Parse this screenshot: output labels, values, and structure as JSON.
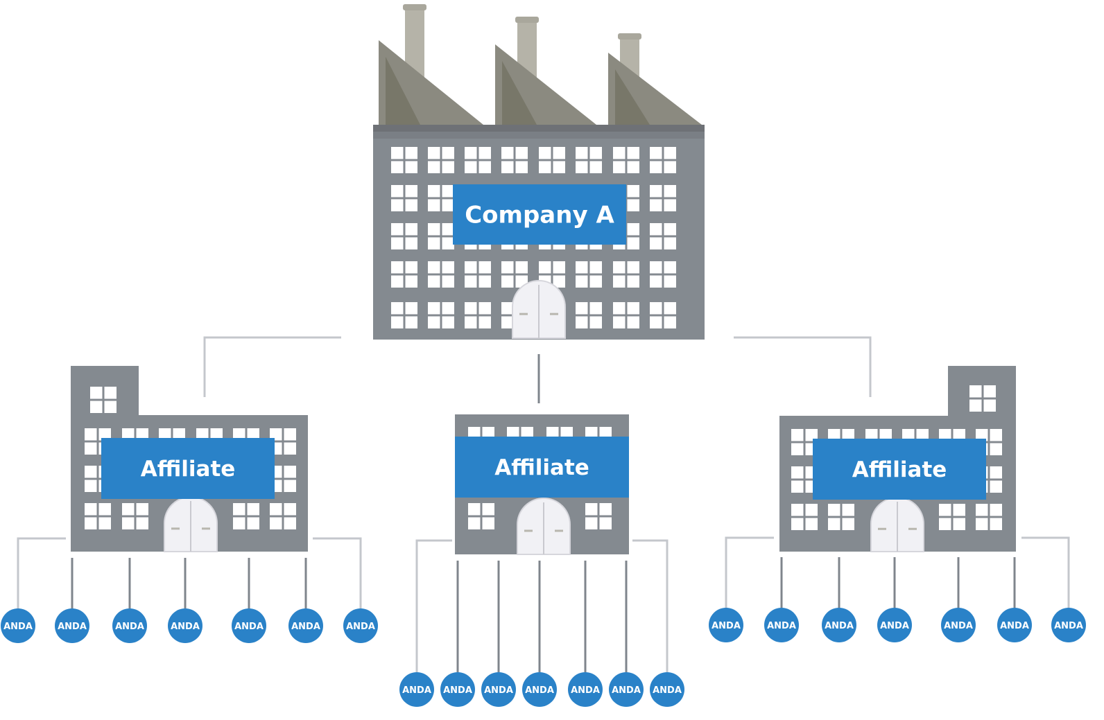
{
  "headquarters": {
    "label": "Company A"
  },
  "affiliates": [
    {
      "label": "Affiliate",
      "anda": [
        "ANDA",
        "ANDA",
        "ANDA",
        "ANDA",
        "ANDA",
        "ANDA",
        "ANDA"
      ]
    },
    {
      "label": "Affiliate",
      "anda": [
        "ANDA",
        "ANDA",
        "ANDA",
        "ANDA",
        "ANDA",
        "ANDA",
        "ANDA"
      ]
    },
    {
      "label": "Affiliate",
      "anda": [
        "ANDA",
        "ANDA",
        "ANDA",
        "ANDA",
        "ANDA",
        "ANDA",
        "ANDA"
      ]
    }
  ],
  "colors": {
    "building": "#848a90",
    "roof": "#8b8a80",
    "chimney": "#b5b3a8",
    "window": "#ffffff",
    "label_bg": "#2a82c8",
    "anda_circle": "#2a82c8",
    "connector_dark": "#7f858c",
    "connector_light": "#c4c7cc",
    "door": "#f1f1f5"
  }
}
